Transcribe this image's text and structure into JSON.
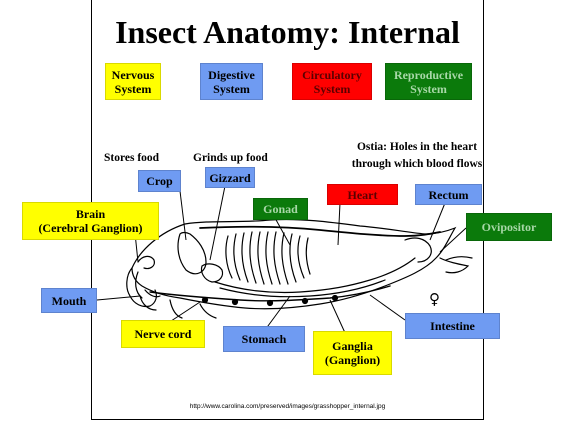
{
  "title": "Insect Anatomy: Internal",
  "legend": [
    {
      "label": "Nervous\nSystem",
      "color": "#ffff00"
    },
    {
      "label": "Digestive\nSystem",
      "color": "#6f9bf2"
    },
    {
      "label": "Circulatory\nSystem",
      "color": "#ff0000"
    },
    {
      "label": "Reproductive\nSystem",
      "color": "#0b7a0b"
    }
  ],
  "notes": {
    "stores_food": "Stores food",
    "grinds_food": "Grinds up food",
    "ostia": "Ostia: Holes in the heart\nthrough which blood flows"
  },
  "labels": {
    "crop": "Crop",
    "gizzard": "Gizzard",
    "heart": "Heart",
    "rectum": "Rectum",
    "gonad": "Gonad",
    "ovipositor": "Ovipositor",
    "brain": "Brain\n(Cerebral Ganglion)",
    "mouth": "Mouth",
    "nerve_cord": "Nerve cord",
    "stomach": "Stomach",
    "ganglia": "Ganglia\n(Ganglion)",
    "intestine": "Intestine"
  },
  "female_symbol": "♀",
  "source_url": "http://www.carolina.com/preserved/images/grasshopper_internal.jpg"
}
